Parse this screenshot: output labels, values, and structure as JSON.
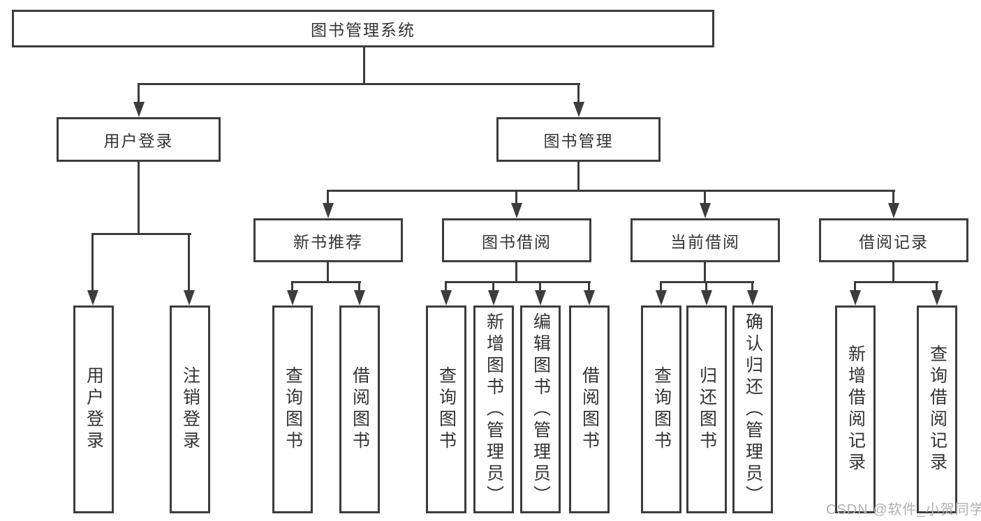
{
  "diagram": {
    "watermark": "CSDN @软件_小贺同学",
    "colors": {
      "line": "#3c3c3c",
      "text": "#333333",
      "watermark": "#aeb1b5",
      "background": "#ffffff"
    },
    "nodes": {
      "root": {
        "label": "图书管理系统"
      },
      "userLogin": {
        "label": "用户登录"
      },
      "bookMgmt": {
        "label": "图书管理"
      },
      "userLoginLeaf": {
        "label": "用户登录"
      },
      "logoutLeaf": {
        "label": "注销登录"
      },
      "newBookRec": {
        "label": "新书推荐"
      },
      "bookBorrow": {
        "label": "图书借阅"
      },
      "currentBorrow": {
        "label": "当前借阅"
      },
      "borrowRecord": {
        "label": "借阅记录"
      },
      "nbrQuery": {
        "label": "查询图书"
      },
      "nbrBorrow": {
        "label": "借阅图书"
      },
      "bbQuery": {
        "label": "查询图书"
      },
      "bbAdd": {
        "label": "新增图书（管理员）"
      },
      "bbEdit": {
        "label": "编辑图书（管理员）"
      },
      "bbBorrow": {
        "label": "借阅图书"
      },
      "cbQuery": {
        "label": "查询图书"
      },
      "cbReturn": {
        "label": "归还图书"
      },
      "cbConfirm": {
        "label": "确认归还（管理员）"
      },
      "brAdd": {
        "label": "新增借阅记录"
      },
      "brQuery": {
        "label": "查询借阅记录"
      }
    },
    "structure": {
      "label": "图书管理系统",
      "children": [
        {
          "label": "用户登录",
          "children": [
            {
              "label": "用户登录"
            },
            {
              "label": "注销登录"
            }
          ]
        },
        {
          "label": "图书管理",
          "children": [
            {
              "label": "新书推荐",
              "children": [
                {
                  "label": "查询图书"
                },
                {
                  "label": "借阅图书"
                }
              ]
            },
            {
              "label": "图书借阅",
              "children": [
                {
                  "label": "查询图书"
                },
                {
                  "label": "新增图书（管理员）"
                },
                {
                  "label": "编辑图书（管理员）"
                },
                {
                  "label": "借阅图书"
                }
              ]
            },
            {
              "label": "当前借阅",
              "children": [
                {
                  "label": "查询图书"
                },
                {
                  "label": "归还图书"
                },
                {
                  "label": "确认归还（管理员）"
                }
              ]
            },
            {
              "label": "借阅记录",
              "children": [
                {
                  "label": "新增借阅记录"
                },
                {
                  "label": "查询借阅记录"
                }
              ]
            }
          ]
        }
      ]
    }
  }
}
